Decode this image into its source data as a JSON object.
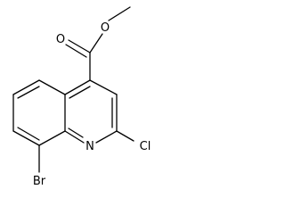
{
  "molecule": {
    "atoms": {
      "o_methoxy": "O",
      "o_carbonyl": "O",
      "n_ring": "N",
      "cl": "Cl",
      "br": "Br"
    }
  }
}
